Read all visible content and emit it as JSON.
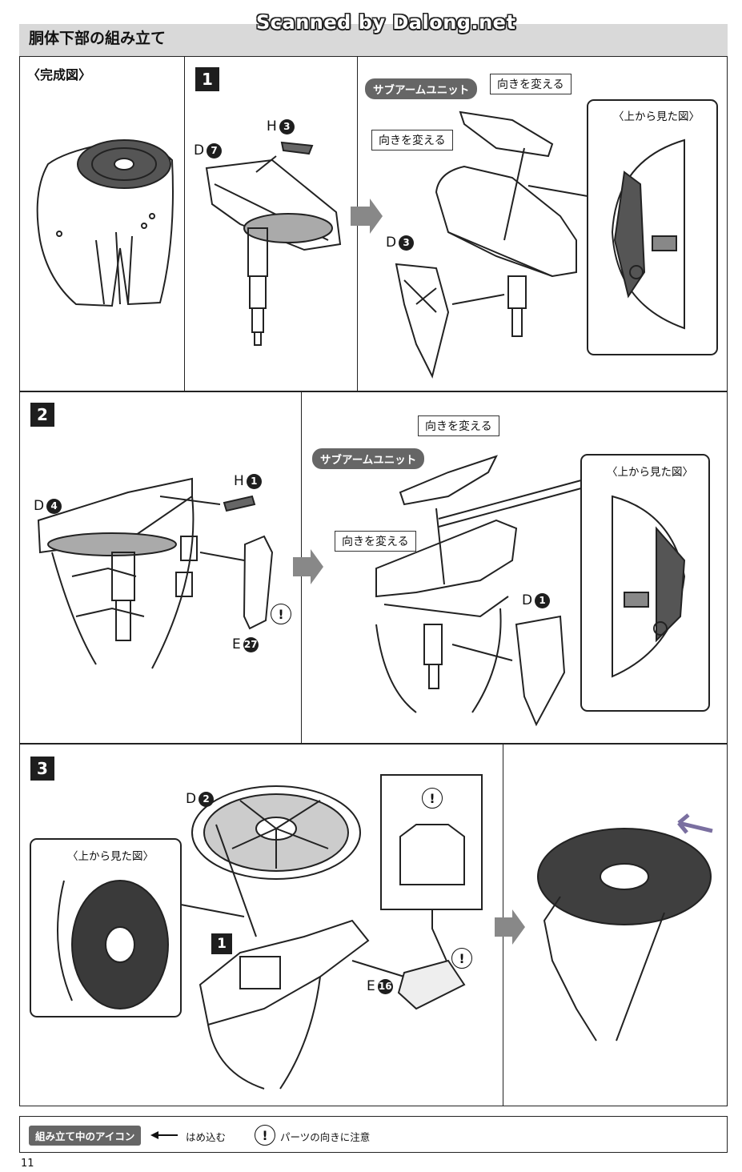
{
  "header": {
    "watermark": "Scanned by Dalong.net",
    "title": "胴体下部の組み立て"
  },
  "completed_view": {
    "label": "〈完成図〉"
  },
  "steps": [
    {
      "number": "1",
      "parts": [
        {
          "letter": "H",
          "num": "3"
        },
        {
          "letter": "D",
          "num": "7"
        },
        {
          "letter": "D",
          "num": "3"
        }
      ],
      "sub_arm_label": "サブアームユニット",
      "turn_labels": [
        "向きを変える",
        "向きを変える"
      ],
      "top_view_label": "〈上から見た図〉"
    },
    {
      "number": "2",
      "parts": [
        {
          "letter": "H",
          "num": "1"
        },
        {
          "letter": "D",
          "num": "4"
        },
        {
          "letter": "E",
          "num": "27"
        },
        {
          "letter": "D",
          "num": "1"
        }
      ],
      "sub_arm_label": "サブアームユニット",
      "turn_labels": [
        "向きを変える",
        "向きを変える"
      ],
      "top_view_label": "〈上から見た図〉"
    },
    {
      "number": "3",
      "parts": [
        {
          "letter": "D",
          "num": "2"
        },
        {
          "letter": "E",
          "num": "16"
        }
      ],
      "sub_step": "1",
      "top_view_label": "〈上から見た図〉"
    }
  ],
  "icons": {
    "warning": "!"
  },
  "legend": {
    "title": "組み立て中のアイコン",
    "insert_label": "はめ込む",
    "orientation_label": "パーツの向きに注意"
  },
  "page_number": "11"
}
